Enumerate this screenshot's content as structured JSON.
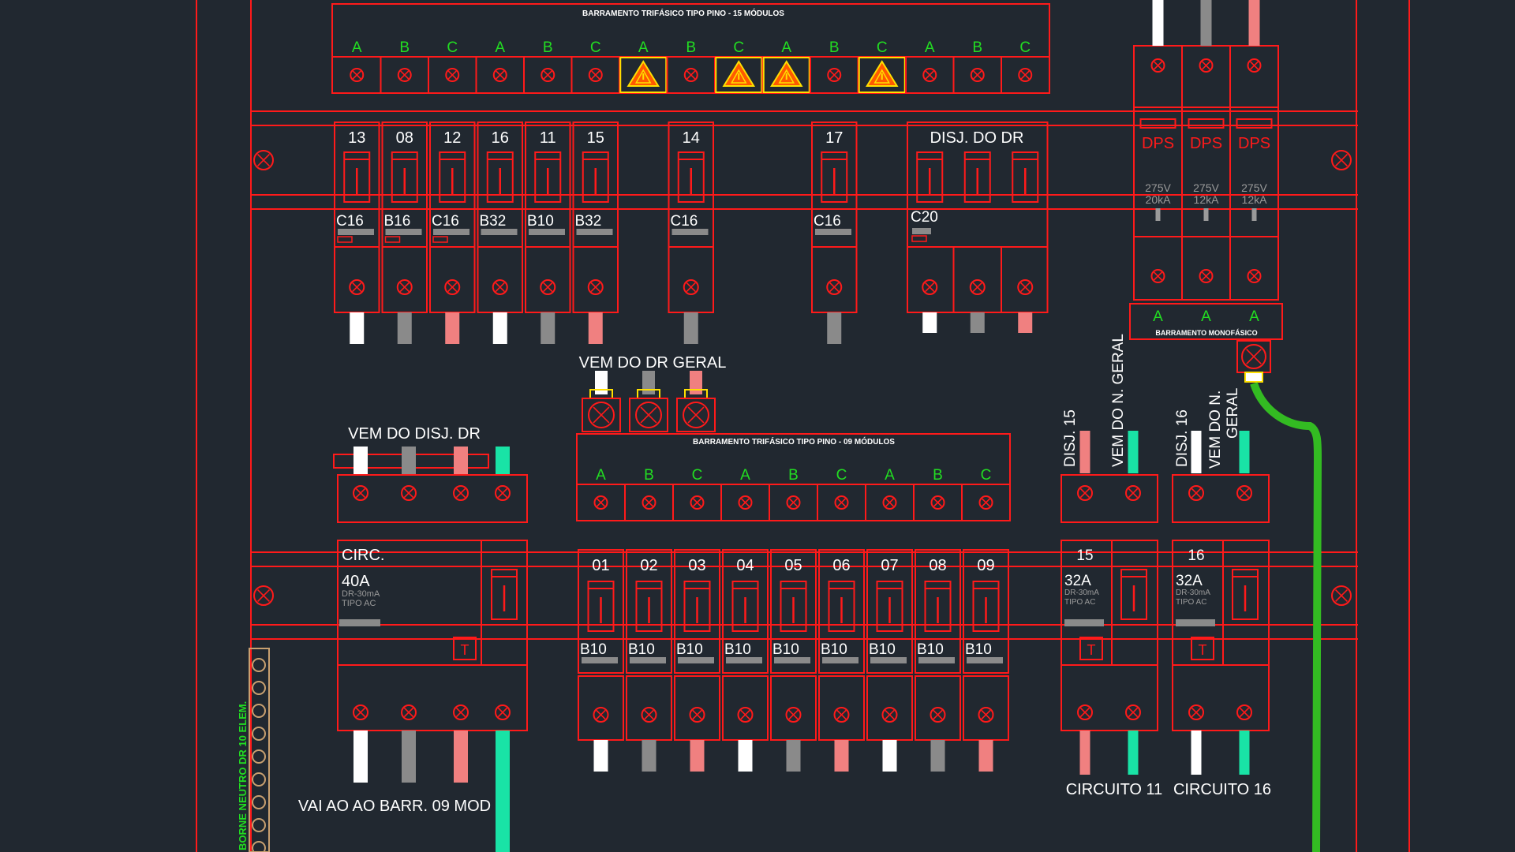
{
  "colors": {
    "background": "#212830",
    "line": "#ff1a1a",
    "white": "#ffffff",
    "grey": "#8a8a8a",
    "pink": "#f08080",
    "cyan": "#19e3a6",
    "phase": "#22dd22",
    "yellow": "#ffe000",
    "earth": "#33bb22",
    "terminal": "#c8a070"
  },
  "top_bus": {
    "title": "BARRAMENTO TRIFÁSICO TIPO PINO - 15 MÓDULOS",
    "phases": [
      "A",
      "B",
      "C",
      "A",
      "B",
      "C",
      "A",
      "B",
      "C",
      "A",
      "B",
      "C",
      "A",
      "B",
      "C"
    ],
    "warning_slots": [
      6,
      8,
      9,
      11
    ],
    "breakers": [
      {
        "slot": 0,
        "number": "13",
        "curve": "C16"
      },
      {
        "slot": 1,
        "number": "08",
        "curve": "B16"
      },
      {
        "slot": 2,
        "number": "12",
        "curve": "C16"
      },
      {
        "slot": 3,
        "number": "16",
        "curve": "B32"
      },
      {
        "slot": 4,
        "number": "11",
        "curve": "B10"
      },
      {
        "slot": 5,
        "number": "15",
        "curve": "B32"
      },
      {
        "slot": 7,
        "number": "14",
        "curve": "C16"
      },
      {
        "slot": 10,
        "number": "17",
        "curve": "C16"
      }
    ],
    "dr_breaker": {
      "label": "DISJ. DO DR",
      "curve": "C20"
    }
  },
  "dps": {
    "labels": [
      "DPS",
      "DPS",
      "DPS"
    ],
    "ratings": [
      {
        "voltage": "275V",
        "current": "20kA"
      },
      {
        "voltage": "275V",
        "current": "12kA"
      },
      {
        "voltage": "275V",
        "current": "12kA"
      }
    ],
    "mono_bus_title": "BARRAMENTO MONOFÁSICO",
    "mono_phases": [
      "A",
      "A",
      "A"
    ]
  },
  "labels": {
    "from_dr_general": "VEM DO DR GERAL",
    "from_dr_breaker": "VEM DO DISJ. DR",
    "to_bus_09": "VAI AO AO BARR. 09 MOD",
    "neutral_terminal": "BORNE NEUTRO DR 10 ELEM.",
    "disj15": "DISJ. 15",
    "disj16": "DISJ. 16",
    "from_neutral_1": "VEM DO N. GERAL",
    "from_neutral_2a": "VEM DO N.",
    "from_neutral_2b": "GERAL",
    "circuit_11": "CIRCUITO 11",
    "circuit_16": "CIRCUITO 16"
  },
  "rcd_main": {
    "title": "CIRC.",
    "rating": "40A",
    "sensitivity": "DR-30mA",
    "type": "TIPO AC"
  },
  "bottom_bus": {
    "title": "BARRAMENTO TRIFÁSICO TIPO PINO - 09 MÓDULOS",
    "phases": [
      "A",
      "B",
      "C",
      "A",
      "B",
      "C",
      "A",
      "B",
      "C"
    ],
    "breakers": [
      {
        "number": "01",
        "curve": "B10"
      },
      {
        "number": "02",
        "curve": "B10"
      },
      {
        "number": "03",
        "curve": "B10"
      },
      {
        "number": "04",
        "curve": "B10"
      },
      {
        "number": "05",
        "curve": "B10"
      },
      {
        "number": "06",
        "curve": "B10"
      },
      {
        "number": "07",
        "curve": "B10"
      },
      {
        "number": "08",
        "curve": "B10"
      },
      {
        "number": "09",
        "curve": "B10"
      }
    ]
  },
  "rcbo": [
    {
      "number": "15",
      "rating": "32A",
      "sensitivity": "DR-30mA",
      "type": "TIPO AC"
    },
    {
      "number": "16",
      "rating": "32A",
      "sensitivity": "DR-30mA",
      "type": "TIPO AC"
    }
  ]
}
